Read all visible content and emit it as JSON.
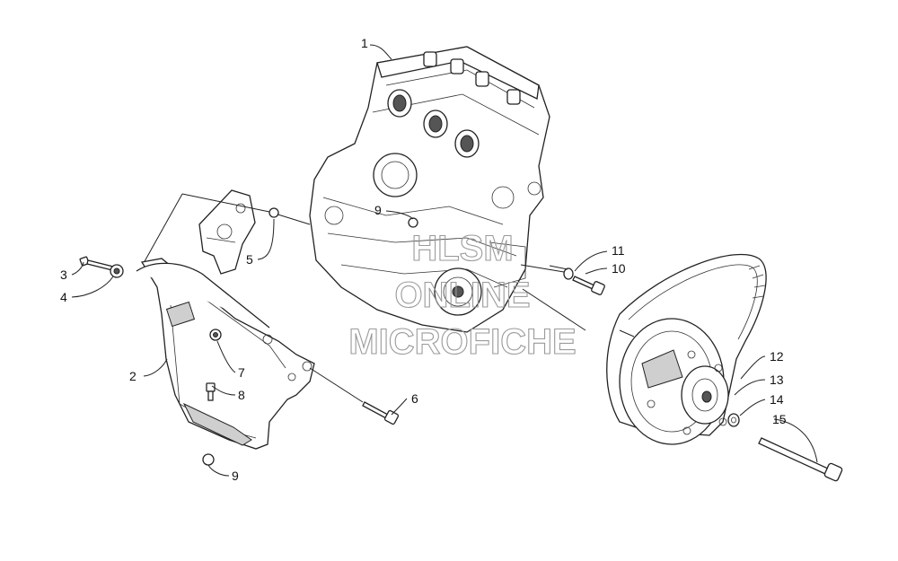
{
  "diagram": {
    "callouts": [
      {
        "id": "c1",
        "label": "1"
      },
      {
        "id": "c2",
        "label": "2"
      },
      {
        "id": "c3",
        "label": "3"
      },
      {
        "id": "c4",
        "label": "4"
      },
      {
        "id": "c5",
        "label": "5"
      },
      {
        "id": "c6",
        "label": "6"
      },
      {
        "id": "c7",
        "label": "7"
      },
      {
        "id": "c8",
        "label": "8"
      },
      {
        "id": "c9a",
        "label": "9"
      },
      {
        "id": "c9b",
        "label": "9"
      },
      {
        "id": "c10",
        "label": "10"
      },
      {
        "id": "c11",
        "label": "11"
      },
      {
        "id": "c12",
        "label": "12"
      },
      {
        "id": "c13",
        "label": "13"
      },
      {
        "id": "c14",
        "label": "14"
      },
      {
        "id": "c15",
        "label": "15"
      }
    ],
    "watermark": {
      "line1": "HLSM",
      "line2": "ONLINE",
      "line3": "MICROFICHE"
    }
  }
}
